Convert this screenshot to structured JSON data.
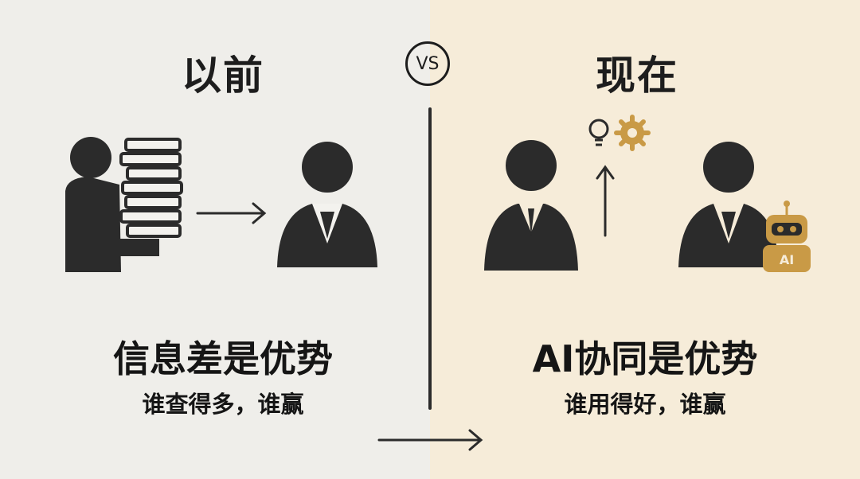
{
  "left": {
    "heading": "以前",
    "main_text": "信息差是优势",
    "sub_text": "谁查得多，谁赢"
  },
  "vs_label": "VS",
  "right": {
    "heading": "现在",
    "main_text": "AI协同是优势",
    "sub_text": "谁用得好，谁赢",
    "robot_badge": "AI"
  },
  "colors": {
    "left_background": "#efeeea",
    "right_background": "#f6ecd9",
    "figure": "#2b2b2b",
    "accent_gold": "#c99a46"
  },
  "icons": [
    "person-carrying-books-icon",
    "judge-icon",
    "arrow-right-icon",
    "businessman-icon",
    "lightbulb-icon",
    "gear-icon",
    "arrow-up-icon",
    "robot-icon"
  ]
}
